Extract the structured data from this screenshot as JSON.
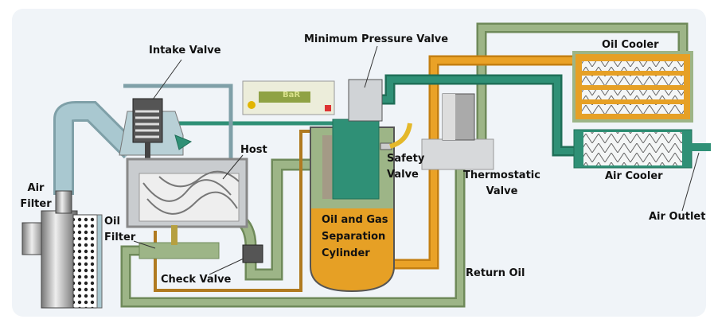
{
  "labels": {
    "intake_valve": "Intake Valve",
    "minimum_pressure_valve": "Minimum Pressure Valve",
    "oil_cooler": "Oil Cooler",
    "host": "Host",
    "air_filter_1": "Air",
    "air_filter_2": "Filter",
    "oil_filter_1": "Oil",
    "oil_filter_2": "Filter",
    "safety_valve_1": "Safety",
    "safety_valve_2": "Valve",
    "thermostatic_valve_1": "Thermostatic",
    "thermostatic_valve_2": "Valve",
    "air_cooler": "Air Cooler",
    "air_outlet": "Air Outlet",
    "separator_1": "Oil and Gas",
    "separator_2": "Separation",
    "separator_3": "Cylinder",
    "check_valve": "Check Valve",
    "return_oil": "Return Oil",
    "controller_display": "BaR"
  },
  "colors": {
    "oil_return_pipe": "#8fab78",
    "hot_oil_pipe": "#e39a1f",
    "compressed_air_pipe": "#2e8c72",
    "intake_air_pipe": "#a7c6cf",
    "housing": "#c9cccf"
  }
}
